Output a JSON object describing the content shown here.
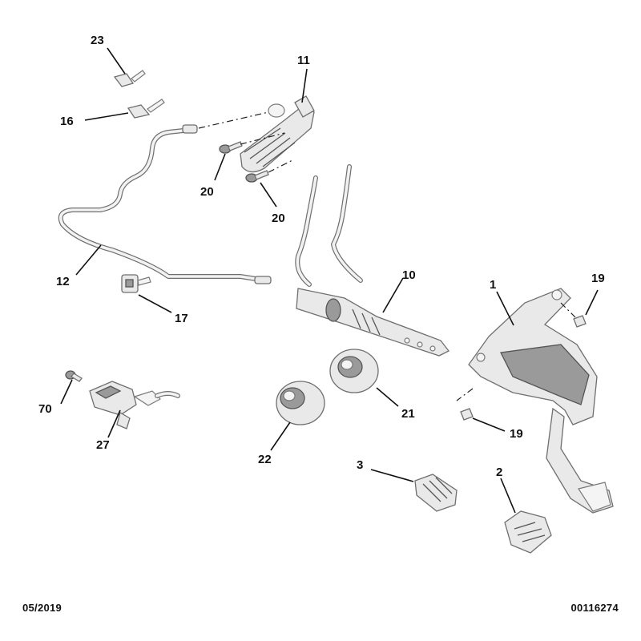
{
  "callouts": [
    {
      "label": "23"
    },
    {
      "label": "11"
    },
    {
      "label": "16"
    },
    {
      "label": "20"
    },
    {
      "label": "20"
    },
    {
      "label": "12"
    },
    {
      "label": "10"
    },
    {
      "label": "17"
    },
    {
      "label": "1"
    },
    {
      "label": "19"
    },
    {
      "label": "70"
    },
    {
      "label": "21"
    },
    {
      "label": "27"
    },
    {
      "label": "19"
    },
    {
      "label": "22"
    },
    {
      "label": "3"
    },
    {
      "label": "2"
    }
  ],
  "footer": {
    "date": "05/2019",
    "reference": "00116274"
  }
}
